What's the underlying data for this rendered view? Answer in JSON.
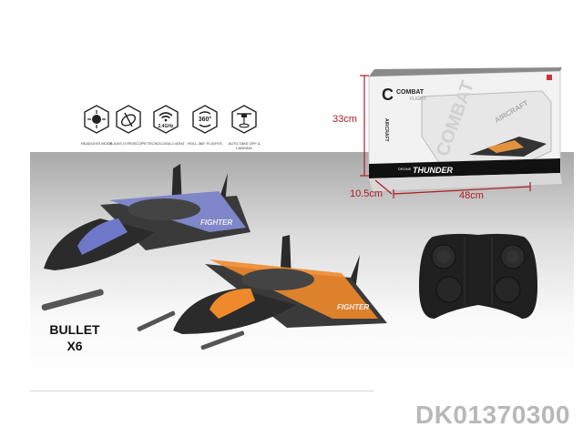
{
  "features": [
    {
      "icon": "headless-mode-icon",
      "label": "Headless mode"
    },
    {
      "icon": "gyroscope-icon",
      "label": "6-axis gyroscope"
    },
    {
      "icon": "wifi-icon",
      "label": "Tecnologia 2.4GHz",
      "badge": "2.4GHz"
    },
    {
      "icon": "flip-360-icon",
      "label": "Roll 360° flights",
      "badge": "360°"
    },
    {
      "icon": "drone-landing-icon",
      "label": "Auto take off & landing"
    }
  ],
  "box": {
    "title_line1": "COMBAT",
    "title_line2": "FLIGHT",
    "letter": "C",
    "side_text": "AIRCRAFT",
    "window_text": "COMBAT",
    "window_text2": "AIRCRAFT",
    "bottom_small": "DRONE",
    "bottom_title": "THUNDER"
  },
  "dimensions": {
    "height": "33cm",
    "depth": "10.5cm",
    "width": "48cm"
  },
  "jet_label": "FIGHTER",
  "bullet": {
    "line1": "BULLET",
    "line2": "X6"
  },
  "sku": "DK01370300",
  "colors": {
    "blue_jet": "#6f78c8",
    "orange_jet": "#ef8a2c",
    "dimension": "#b01c24",
    "body": "#2b2b2b"
  }
}
